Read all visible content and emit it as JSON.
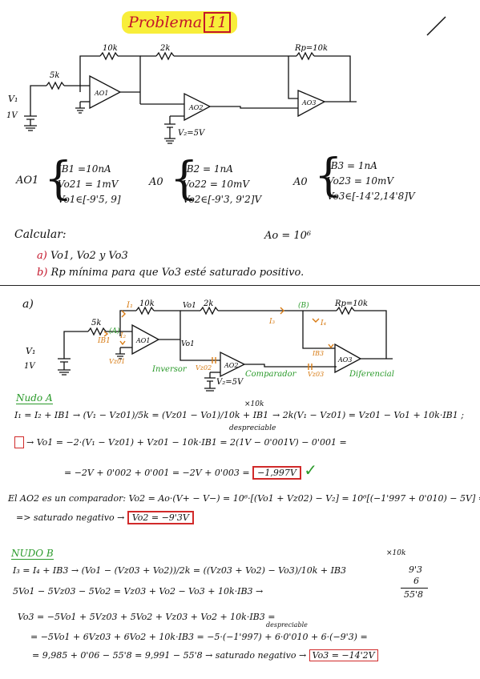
{
  "title": {
    "label": "Problema",
    "number": "11"
  },
  "top_circuit": {
    "labels": {
      "r10k": "10k",
      "r5k": "5k",
      "r2k": "2k",
      "rp": "Rp=10k",
      "v1a": "V₁",
      "v1b": "1V",
      "ao1": "AO1",
      "ao2": "AO2",
      "ao3": "AO3",
      "v2": "V₂=5V"
    }
  },
  "specs": {
    "ao1": {
      "name": "AO1",
      "line1": "IB1 =10nA",
      "line2": "Vo21 = 1mV",
      "line3": "Vo1∈[-9'5, 9]"
    },
    "ao2": {
      "name": "A0",
      "line1": "IB2 = 1nA",
      "line2": "Vo22 = 10mV",
      "line3": "Vo2∈[-9'3, 9'2]V"
    },
    "ao3": {
      "name": "A0",
      "line1": "IB3 = 1nA",
      "line2": "Vo23 = 10mV",
      "line3": "Vo3∈[-14'2,14'8]V"
    }
  },
  "question": {
    "calcular": "Calcular:",
    "gain": "Ao = 10⁶",
    "a_label": "a)",
    "a_text": "Vo1, Vo2 y Vo3",
    "b_label": "b)",
    "b_text": "Rp mínima para que Vo3 esté saturado positivo."
  },
  "solution_circuit": {
    "section": "a)",
    "labels": {
      "r10k": "10k",
      "r5k": "5k",
      "r2k": "2k",
      "rp": "Rp=10k",
      "v1a": "V₁",
      "v1b": "1V",
      "ao1": "AO1",
      "ao2": "AO2",
      "ao3": "AO3",
      "v2": "V₂=5V",
      "i1": "I₁",
      "i2": "I₂",
      "i3": "I₃",
      "i4": "I₄",
      "ib1": "IB1",
      "ib3": "IB3",
      "nodeA": "(A)",
      "nodeB": "(B)",
      "vo1": "Vo1",
      "vz01": "Vz01",
      "vz02": "Vz02",
      "vz03": "Vz03",
      "inversor": "Inversor",
      "comparador": "Comparador",
      "diferencial": "Diferencial"
    }
  },
  "nodo_a": {
    "heading": "Nudo A",
    "eq1": "I₁ = I₂ + IB1 → (V₁ − Vz01)/5k = (Vz01 − Vo1)/10k + IB1",
    "eq1_mult": "×10k",
    "eq1_right": "→ 2k(V₁ − Vz01) = Vz01 − Vo1 + 10k·IB1 ;",
    "despreciable": "despreciable",
    "eq2": "→ Vo1 = −2·(V₁ − Vz01) + Vz01 − 10k·IB1 = 2(1V − 0'001V) − 0'001 =",
    "eq3": "= −2V + 0'002 + 0'001 = −2V + 0'003 =",
    "result": "−1,997V",
    "check": "✓"
  },
  "ao2_text": {
    "line1": "El AO2 es un comparador: Vo2 = Ao·(V+ − V−) = 10⁶·[(Vo1 + Vz02) − V₂] = 10⁶[(−1'997 + 0'010) − 5V] =",
    "line2": "=> saturado negativo →",
    "result": "Vo2 = −9'3V"
  },
  "nodo_b": {
    "heading": "NUDO B",
    "eq1": "I₃ = I₄ + IB3 → (Vo1 − (Vz03 + Vo2))/2k = ((Vz03 + Vo2) − Vo3)/10k + IB3",
    "eq1_mult": "×10k",
    "side_a": "9'3",
    "side_b": "6",
    "side_c": "55'8",
    "eq2": "5Vo1 − 5Vz03 − 5Vo2 = Vz03 + Vo2 − Vo3 + 10k·IB3 →",
    "eq3": "Vo3 = −5Vo1 + 5Vz03 + 5Vo2 + Vz03 + Vo2 + 10k·IB3 =",
    "despreciable": "despreciable",
    "eq4": "= −5Vo1 + 6Vz03 + 6Vo2 + 10k·IB3 = −5·(−1'997) + 6·0'010 + 6·(−9'3) =",
    "eq5": "= 9,985 + 0'06 − 55'8 = 9,991 − 55'8 → saturado negativo →",
    "result": "Vo3 = −14'2V"
  }
}
